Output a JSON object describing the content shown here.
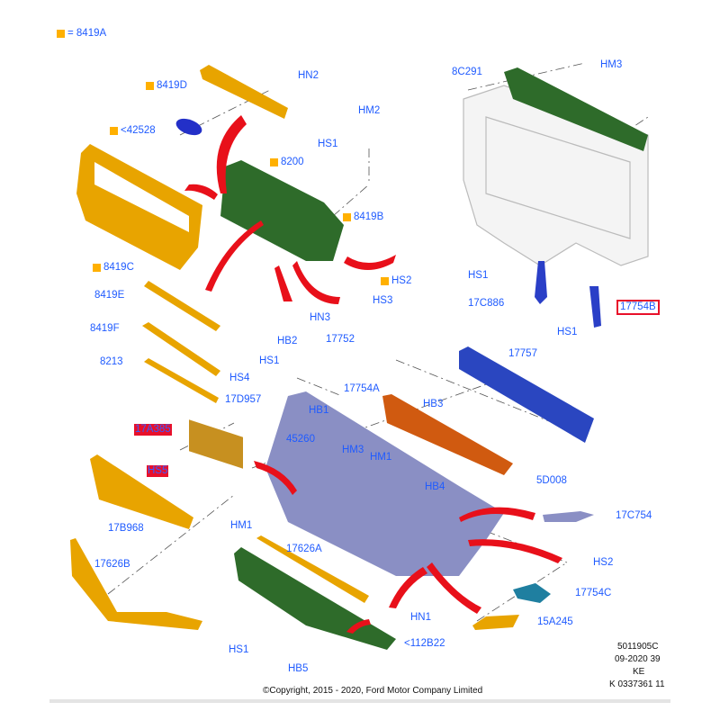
{
  "legend": {
    "text": "= 8419A",
    "color": "#ffb000"
  },
  "labels": {
    "l8419D": "8419D",
    "hn2": "HN2",
    "l42528": "<42528",
    "hm2": "HM2",
    "hs1a": "HS1",
    "l8200": "8200",
    "l8419B": "8419B",
    "l8419C": "8419C",
    "hs2a": "HS2",
    "hs3": "HS3",
    "hn3": "HN3",
    "l8419E": "8419E",
    "l8419F": "8419F",
    "l8213": "8213",
    "hb2": "HB2",
    "l17752": "17752",
    "hs1b": "HS1",
    "hs4": "HS4",
    "l17D957": "17D957",
    "l17754A": "17754A",
    "hb1": "HB1",
    "l45260": "45260",
    "hm3a": "HM3",
    "hm1a": "HM1",
    "hb4": "HB4",
    "hb3": "HB3",
    "l17757": "17757",
    "l5D008": "5D008",
    "l17A385": "17A385",
    "hs5": "HS5",
    "l17B968": "17B968",
    "hm1b": "HM1",
    "l17C754": "17C754",
    "hs2b": "HS2",
    "l17754C": "17754C",
    "l15A245": "15A245",
    "l17626B": "17626B",
    "l17626A": "17626A",
    "hn1": "HN1",
    "l112B22": "<112B22",
    "hs1c": "HS1",
    "hb5": "HB5",
    "l8C291": "8C291",
    "hm3b": "HM3",
    "hs1d": "HS1",
    "l17C886": "17C886",
    "l17754B": "17754B",
    "hs1e": "HS1"
  },
  "footer": {
    "ref": "5011905C",
    "date": "09-2020 39",
    "code": "KE",
    "kcode": "K 0337361 11",
    "copyright": "©Copyright, 2015 - 2020, Ford Motor Company Limited"
  },
  "colors": {
    "label": "#1f5bff",
    "highlight": "#e8102a",
    "trim": "#e8a400",
    "grille": "#2e6b2a",
    "bumper": "#8a8fc4",
    "beam": "#2a46c0",
    "absorber": "#d05a10"
  }
}
